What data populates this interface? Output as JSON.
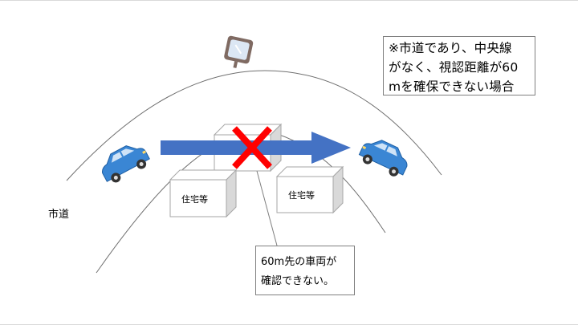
{
  "road_label": "市道",
  "houses": [
    {
      "label": "住宅等"
    },
    {
      "label": "住宅等"
    }
  ],
  "note": "※市道であり、中央線\nがなく、視認距離が60\nmを確保できない場合",
  "callout": "60m先の車両が\n確認できない。",
  "colors": {
    "arrow": "#4472c4",
    "cross": "#ff0000",
    "car": "#3a86d4",
    "mirror_frame": "#7f6a62",
    "mirror_face": "#dce7f4"
  },
  "icons": [
    "road-mirror-icon",
    "car-left-icon",
    "car-right-icon",
    "cross-mark-icon"
  ]
}
